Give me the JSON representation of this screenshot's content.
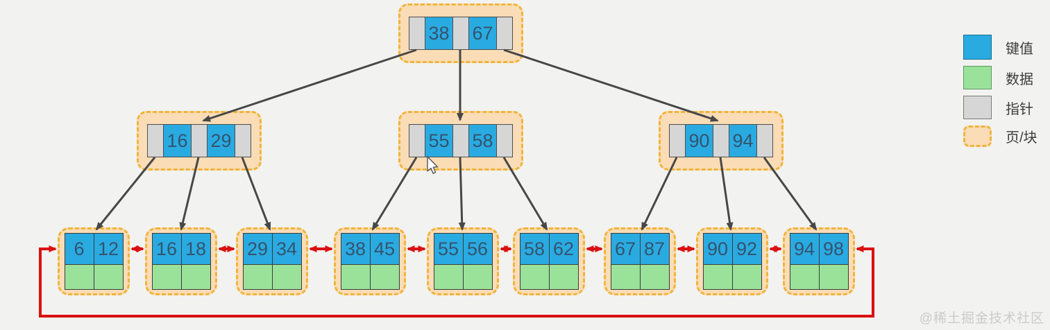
{
  "tree": {
    "root": {
      "keys": [
        "38",
        "67"
      ]
    },
    "internal_nodes": [
      {
        "keys": [
          "16",
          "29"
        ]
      },
      {
        "keys": [
          "55",
          "58"
        ]
      },
      {
        "keys": [
          "90",
          "94"
        ]
      }
    ],
    "leaf_nodes": [
      {
        "keys": [
          "6",
          "12"
        ]
      },
      {
        "keys": [
          "16",
          "18"
        ]
      },
      {
        "keys": [
          "29",
          "34"
        ]
      },
      {
        "keys": [
          "38",
          "45"
        ]
      },
      {
        "keys": [
          "55",
          "56"
        ]
      },
      {
        "keys": [
          "58",
          "62"
        ]
      },
      {
        "keys": [
          "67",
          "87"
        ]
      },
      {
        "keys": [
          "90",
          "92"
        ]
      },
      {
        "keys": [
          "94",
          "98"
        ]
      }
    ]
  },
  "legend": {
    "items": [
      {
        "label": "键值",
        "swatch": "blue-key-swatch"
      },
      {
        "label": "数据",
        "swatch": "green-data-swatch"
      },
      {
        "label": "指针",
        "swatch": "gray-pointer-swatch"
      },
      {
        "label": "页/块",
        "swatch": "orange-page-swatch"
      }
    ]
  },
  "watermark": "@稀土掘金技术社区",
  "colors": {
    "key_blue": "#29abe2",
    "data_green": "#9ae29a",
    "pointer_gray": "#d6d6d6",
    "page_fill": "#fadcb6",
    "page_border": "#f0b43a",
    "leaf_link_red": "#da1010",
    "edge_dark": "#474747",
    "background": "#f2f2f0"
  }
}
